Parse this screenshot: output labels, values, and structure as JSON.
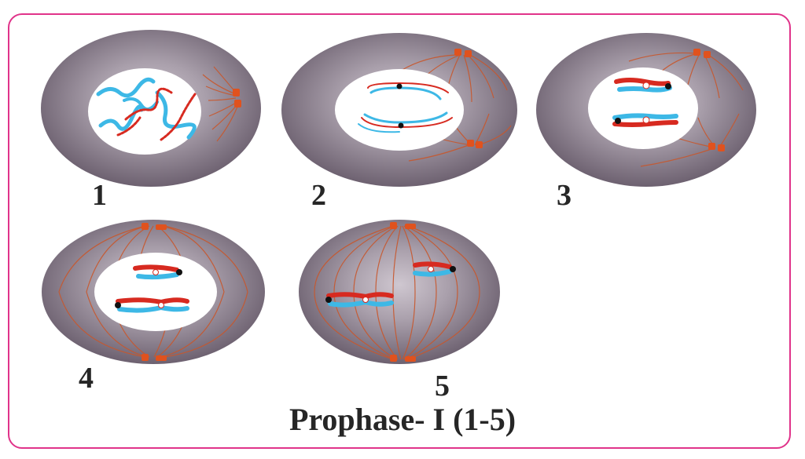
{
  "stages": [
    {
      "label": "1"
    },
    {
      "label": "2"
    },
    {
      "label": "3"
    },
    {
      "label": "4"
    },
    {
      "label": "5"
    }
  ],
  "caption": "Prophase- I (1-5)",
  "colors": {
    "border": "#e0338a",
    "cytoplasm": "#8b7d8c",
    "nucleus": "#ffffff",
    "spindle": "#c8572c",
    "centrosome": "#e0521e",
    "chromatid_blue": "#3db8e6",
    "chromatid_red": "#d72a20",
    "centromere": "#111111"
  },
  "icons": [
    "cell-icon",
    "nucleus-icon",
    "spindle-fiber-icon",
    "centrosome-icon",
    "chromosome-icon"
  ]
}
